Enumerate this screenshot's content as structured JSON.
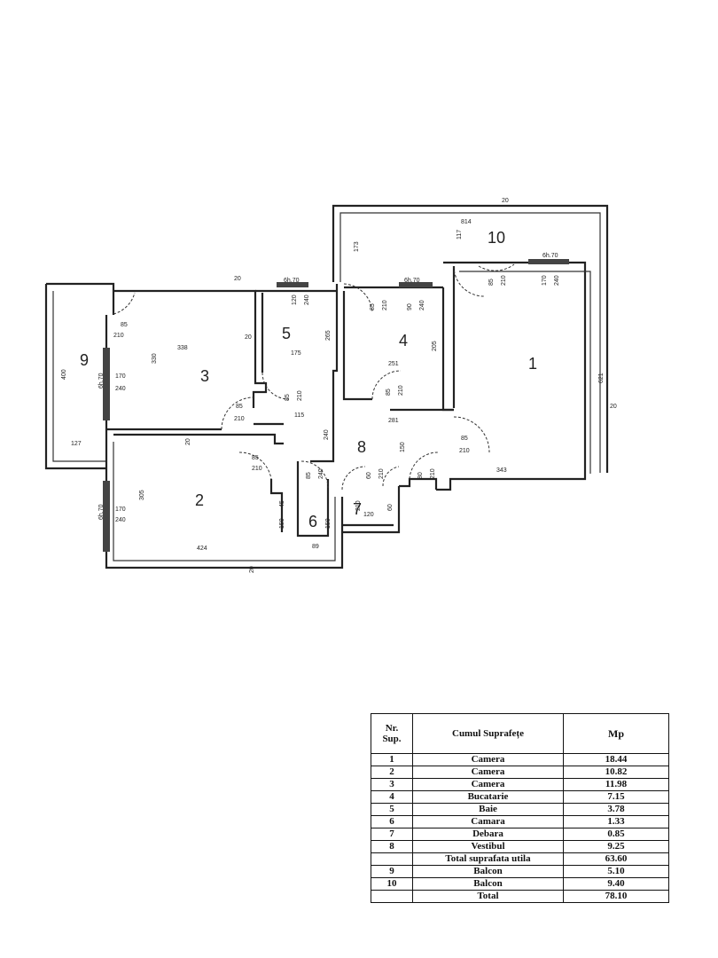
{
  "rooms": [
    {
      "num": "1"
    },
    {
      "num": "2"
    },
    {
      "num": "3"
    },
    {
      "num": "4"
    },
    {
      "num": "5"
    },
    {
      "num": "6"
    },
    {
      "num": "7"
    },
    {
      "num": "8"
    },
    {
      "num": "9"
    },
    {
      "num": "10"
    }
  ],
  "dims": {
    "d20_top": "20",
    "d814": "814",
    "d173": "173",
    "d117": "117",
    "d_win_10": "6h.70",
    "d85_10": "85",
    "d210_10": "210",
    "d170_1": "170",
    "d240_1": "240",
    "d621": "621",
    "d20_right": "20",
    "d343": "343",
    "d_win_5": "6h.70",
    "d120_5": "120",
    "d240_5": "240",
    "d265": "265",
    "d175": "175",
    "d_win_4": "6h.70",
    "d85_4": "85",
    "d210_4": "210",
    "d90_4": "90",
    "d240_4": "240",
    "d205_4": "205",
    "d251": "251",
    "d85_4b": "85",
    "d210_4b": "210",
    "d20_3top": "20",
    "d85_3": "85",
    "d210_3": "210",
    "d338": "338",
    "d330": "330",
    "d20_3left": "20",
    "d170_3": "170",
    "d240_3": "240",
    "d_win_3": "6h.70",
    "d85_3b": "85",
    "d210_3b": "210",
    "d85_5": "85",
    "d210_5": "210",
    "d115": "115",
    "d20_mid": "20",
    "d240_8": "240",
    "d281": "281",
    "d150_8": "150",
    "d85_8": "85",
    "d210_8": "210",
    "d400": "400",
    "d127": "127",
    "d85_2": "85",
    "d210_2": "210",
    "d305": "305",
    "d170_2": "170",
    "d240_2": "240",
    "d_win_2": "6h.70",
    "d424": "424",
    "d20_bot": "20",
    "d45": "45",
    "d150_6a": "150",
    "d85_6": "85",
    "d240_6": "240",
    "d150_6b": "150",
    "d89": "89",
    "d60_7": "60",
    "d210_7": "210",
    "d120_7": "120",
    "d60_7b": "60",
    "d210_7b": "210",
    "d80_7": "80",
    "d210_7c": "210"
  },
  "table": {
    "headers": {
      "nr": "Nr. Sup.",
      "name": "Cumul Suprafețe",
      "mp": "Mp"
    },
    "rows": [
      {
        "nr": "1",
        "name": "Camera",
        "mp": "18.44"
      },
      {
        "nr": "2",
        "name": "Camera",
        "mp": "10.82"
      },
      {
        "nr": "3",
        "name": "Camera",
        "mp": "11.98"
      },
      {
        "nr": "4",
        "name": "Bucatarie",
        "mp": "7.15"
      },
      {
        "nr": "5",
        "name": "Baie",
        "mp": "3.78"
      },
      {
        "nr": "6",
        "name": "Camara",
        "mp": "1.33"
      },
      {
        "nr": "7",
        "name": "Debara",
        "mp": "0.85"
      },
      {
        "nr": "8",
        "name": "Vestibul",
        "mp": "9.25"
      },
      {
        "nr": "",
        "name": "Total suprafata utila",
        "mp": "63.60"
      },
      {
        "nr": "9",
        "name": "Balcon",
        "mp": "5.10"
      },
      {
        "nr": "10",
        "name": "Balcon",
        "mp": "9.40"
      },
      {
        "nr": "",
        "name": "Total",
        "mp": "78.10"
      }
    ]
  }
}
